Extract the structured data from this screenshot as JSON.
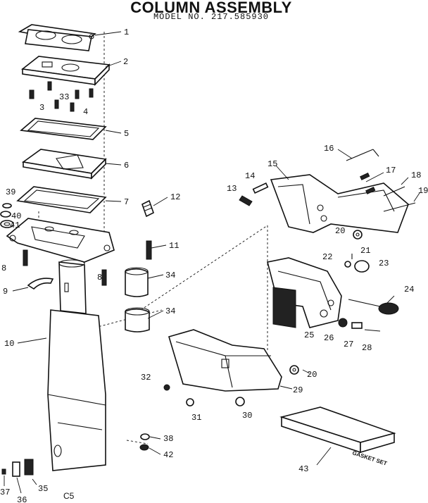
{
  "header": {
    "title": "COLUMN ASSEMBLY",
    "model": "MODEL NO. 217.585930"
  },
  "footer_code": "C5",
  "gasket_box_label": "GASKET SET",
  "callouts": [
    {
      "id": "c1",
      "text": "1"
    },
    {
      "id": "c2",
      "text": "2"
    },
    {
      "id": "c3",
      "text": "3"
    },
    {
      "id": "c33",
      "text": "33"
    },
    {
      "id": "c4",
      "text": "4"
    },
    {
      "id": "c5",
      "text": "5"
    },
    {
      "id": "c6",
      "text": "6"
    },
    {
      "id": "c7",
      "text": "7"
    },
    {
      "id": "c39",
      "text": "39"
    },
    {
      "id": "c40",
      "text": "40"
    },
    {
      "id": "c41",
      "text": "41"
    },
    {
      "id": "c12",
      "text": "12"
    },
    {
      "id": "c8a",
      "text": "8"
    },
    {
      "id": "c11",
      "text": "11"
    },
    {
      "id": "c8b",
      "text": "8"
    },
    {
      "id": "c9",
      "text": "9"
    },
    {
      "id": "c34a",
      "text": "34"
    },
    {
      "id": "c34b",
      "text": "34"
    },
    {
      "id": "c10",
      "text": "10"
    },
    {
      "id": "c16",
      "text": "16"
    },
    {
      "id": "c15",
      "text": "15"
    },
    {
      "id": "c14",
      "text": "14"
    },
    {
      "id": "c17",
      "text": "17"
    },
    {
      "id": "c18",
      "text": "18"
    },
    {
      "id": "c13",
      "text": "13"
    },
    {
      "id": "c19",
      "text": "19"
    },
    {
      "id": "c20a",
      "text": "20"
    },
    {
      "id": "c21",
      "text": "21"
    },
    {
      "id": "c22",
      "text": "22"
    },
    {
      "id": "c23",
      "text": "23"
    },
    {
      "id": "c24",
      "text": "24"
    },
    {
      "id": "c25",
      "text": "25"
    },
    {
      "id": "c26",
      "text": "26"
    },
    {
      "id": "c27",
      "text": "27"
    },
    {
      "id": "c28",
      "text": "28"
    },
    {
      "id": "c20b",
      "text": "20"
    },
    {
      "id": "c32",
      "text": "32"
    },
    {
      "id": "c29",
      "text": "29"
    },
    {
      "id": "c31",
      "text": "31"
    },
    {
      "id": "c30",
      "text": "30"
    },
    {
      "id": "c38",
      "text": "38"
    },
    {
      "id": "c42",
      "text": "42"
    },
    {
      "id": "c43",
      "text": "43"
    },
    {
      "id": "c37",
      "text": "37"
    },
    {
      "id": "c36",
      "text": "36"
    },
    {
      "id": "c35",
      "text": "35"
    }
  ]
}
